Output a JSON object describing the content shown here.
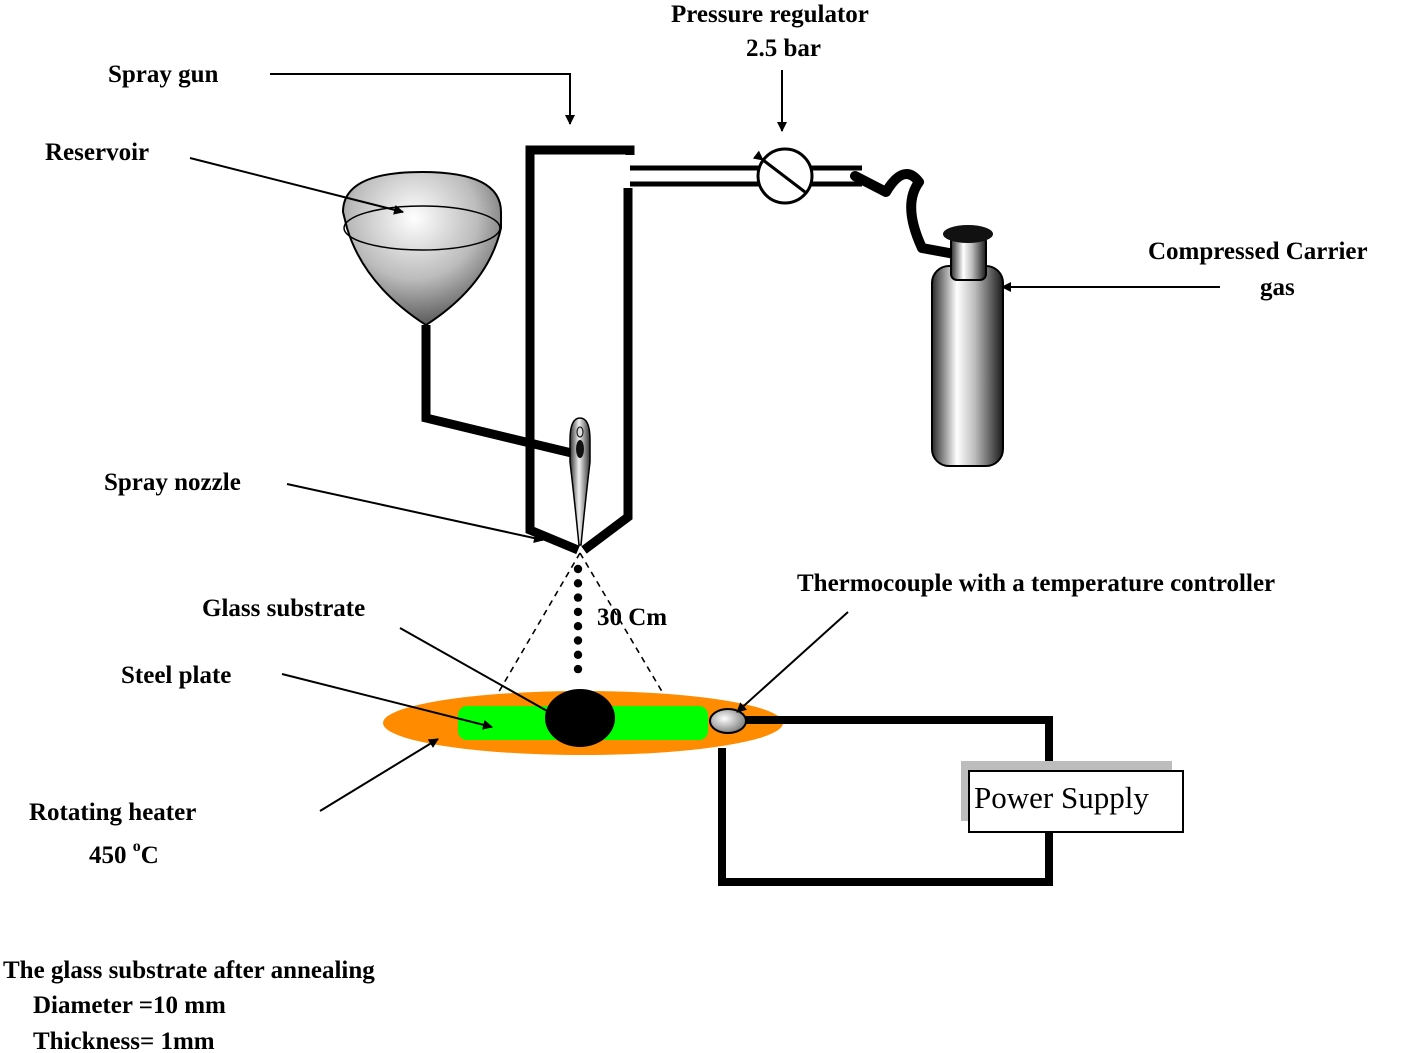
{
  "labels": {
    "spray_gun": "Spray gun",
    "pressure_regulator_line1": "Pressure regulator",
    "pressure_regulator_line2": "2.5 bar",
    "reservoir": "Reservoir",
    "compressed_gas_line1": "Compressed Carrier",
    "compressed_gas_line2": "gas",
    "spray_nozzle": "Spray nozzle",
    "distance": "30 Cm",
    "thermocouple": "Thermocouple with a temperature controller",
    "glass_substrate": "Glass substrate",
    "steel_plate": "Steel plate",
    "rotating_heater": "Rotating heater",
    "heater_temp_value": "450 ",
    "heater_temp_sup": "o",
    "heater_temp_unit": "C",
    "power_supply": "Power Supply"
  },
  "footnote": {
    "line1": "The glass substrate after annealing",
    "line2": "Diameter =10 mm",
    "line3": "Thickness= 1mm"
  },
  "colors": {
    "heater": "#ff8c00",
    "steel_plate": "#00ff00",
    "outline": "#000000"
  }
}
